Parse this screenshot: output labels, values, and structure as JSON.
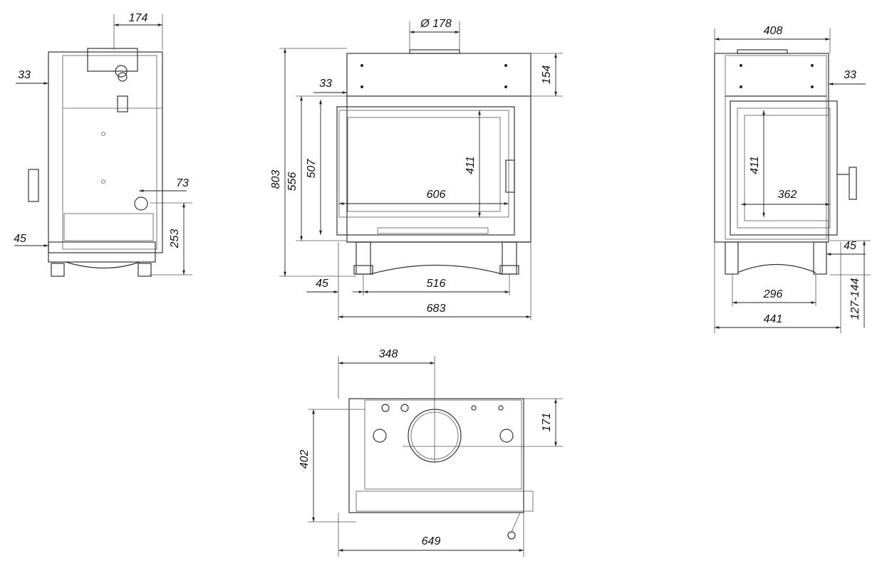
{
  "views": {
    "side_left": {
      "d174": "174",
      "d33": "33",
      "d73": "73",
      "d45": "45",
      "d253": "253"
    },
    "front": {
      "d178": "Ø 178",
      "d154": "154",
      "d33": "33",
      "d803": "803",
      "d556": "556",
      "d507": "507",
      "d411": "411",
      "d606": "606",
      "d45": "45",
      "d516": "516",
      "d683": "683"
    },
    "side_right": {
      "d408": "408",
      "d33": "33",
      "d411": "411",
      "d362": "362",
      "d45": "45",
      "d296": "296",
      "d441": "441",
      "d127": "127-144"
    },
    "top": {
      "d348": "348",
      "d171": "171",
      "d402": "402",
      "d649": "649"
    }
  },
  "colors": {
    "line": "#333333",
    "background": "#ffffff"
  }
}
